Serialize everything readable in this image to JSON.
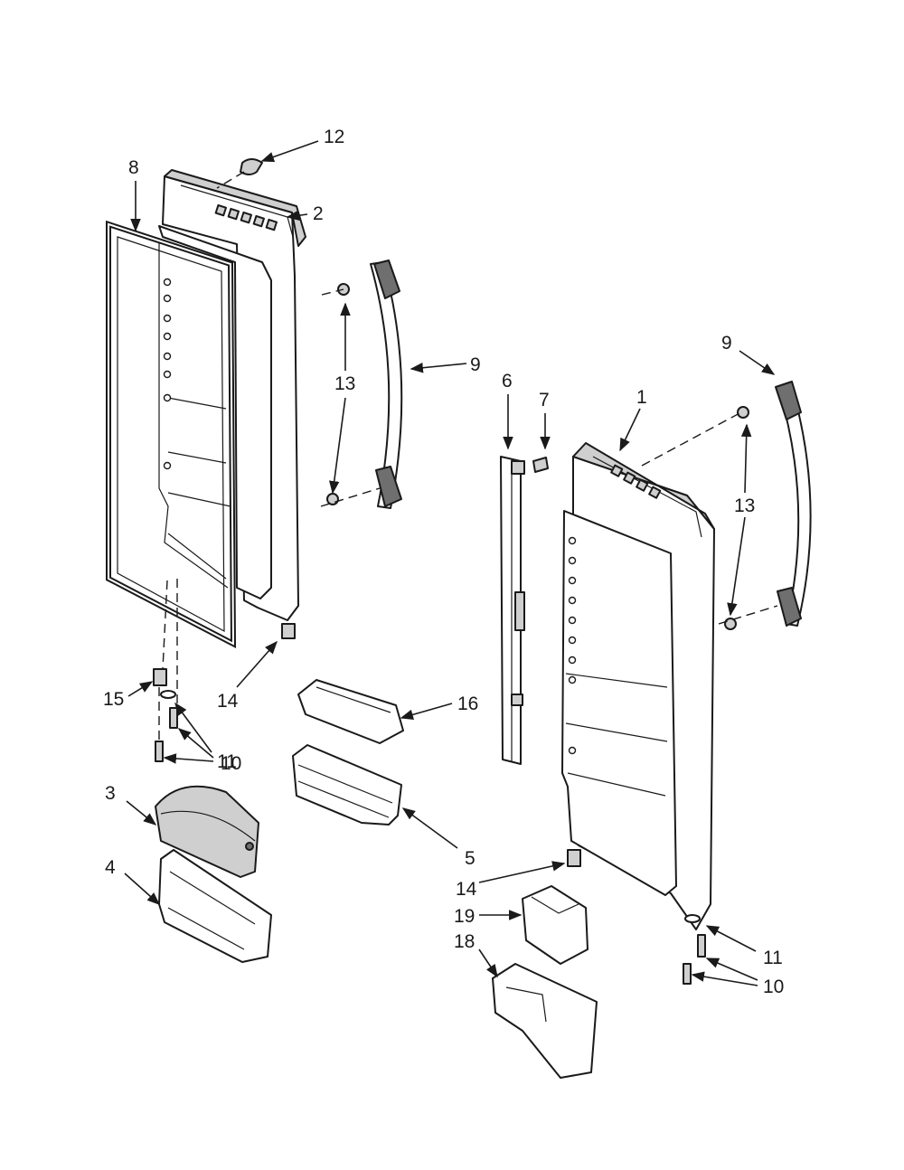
{
  "callouts": {
    "c12": "12",
    "c8": "8",
    "c2": "2",
    "c13a": "13",
    "c9a": "9",
    "c6": "6",
    "c7": "7",
    "c1": "1",
    "c9b": "9",
    "c13b": "13",
    "c15": "15",
    "c14a": "14",
    "c11a": "11",
    "c10a": "10",
    "c16": "16",
    "c3": "3",
    "c4": "4",
    "c5": "5",
    "c14b": "14",
    "c19": "19",
    "c18": "18",
    "c11b": "11",
    "c10b": "10"
  }
}
